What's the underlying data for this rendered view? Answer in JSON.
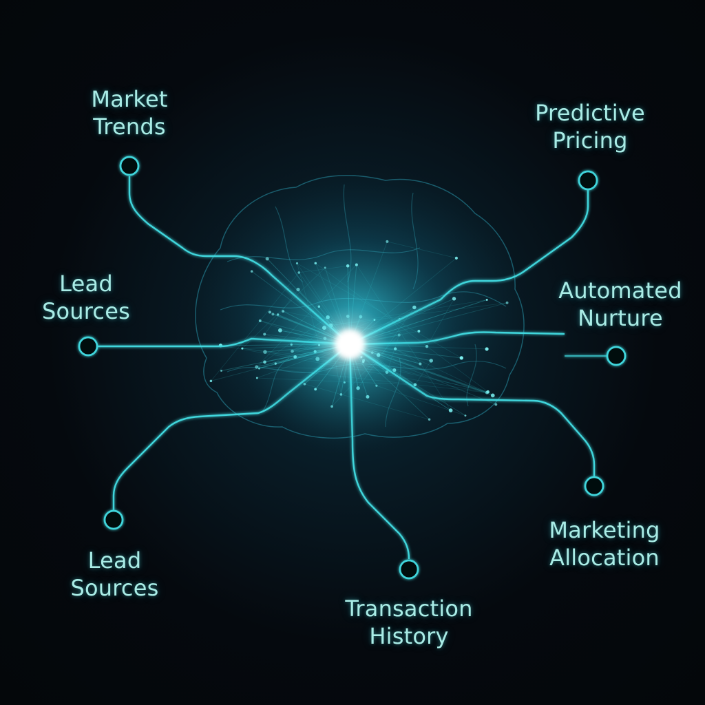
{
  "colors": {
    "background": "#05080c",
    "accent": "#3fd6dc",
    "label": "#a9ece6",
    "core_glow": "#c8ffff"
  },
  "center": {
    "icon": "brain-network-icon"
  },
  "nodes": [
    {
      "id": "market-trends",
      "label_line1": "Market",
      "label_line2": "Trends",
      "icon": "circle-node-icon"
    },
    {
      "id": "predictive-pricing",
      "label_line1": "Predictive",
      "label_line2": "Pricing",
      "icon": "circle-node-icon"
    },
    {
      "id": "lead-sources-left",
      "label_line1": "Lead",
      "label_line2": "Sources",
      "icon": "circle-node-icon"
    },
    {
      "id": "automated-nurture",
      "label_line1": "Automated",
      "label_line2": "Nurture",
      "icon": "circle-node-icon"
    },
    {
      "id": "lead-sources-bottom",
      "label_line1": "Lead",
      "label_line2": "Sources",
      "icon": "circle-node-icon"
    },
    {
      "id": "marketing-allocation",
      "label_line1": "Marketing",
      "label_line2": "Allocation",
      "icon": "circle-node-icon"
    },
    {
      "id": "transaction-history",
      "label_line1": "Transaction",
      "label_line2": "History",
      "icon": "circle-node-icon"
    }
  ]
}
